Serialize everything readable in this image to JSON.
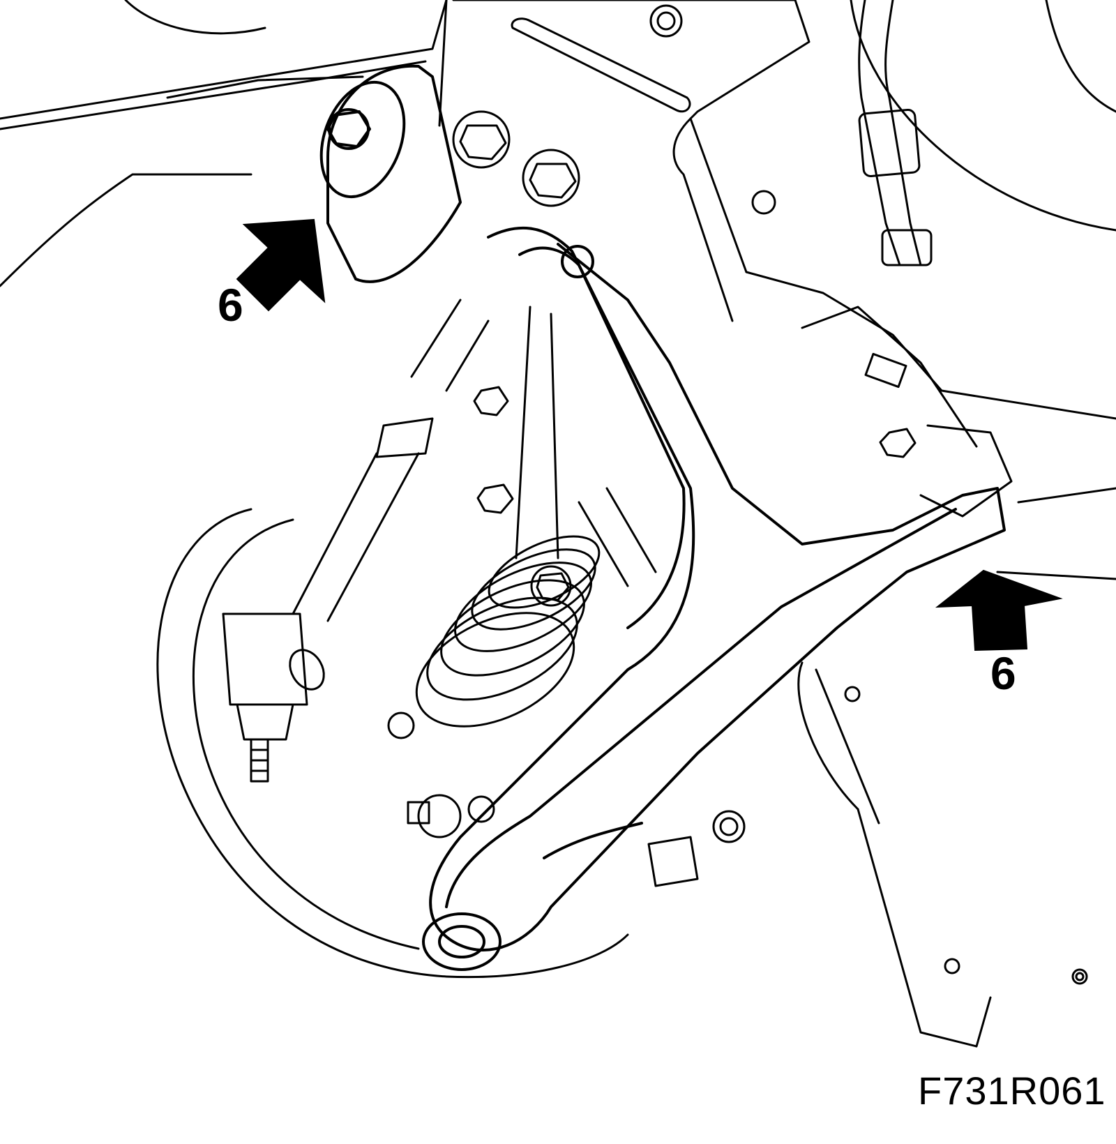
{
  "callouts": [
    {
      "id": "left",
      "label": "6"
    },
    {
      "id": "right",
      "label": "6"
    }
  ],
  "figure_code": "F731R061",
  "colors": {
    "ink": "#000000",
    "paper": "#ffffff"
  }
}
